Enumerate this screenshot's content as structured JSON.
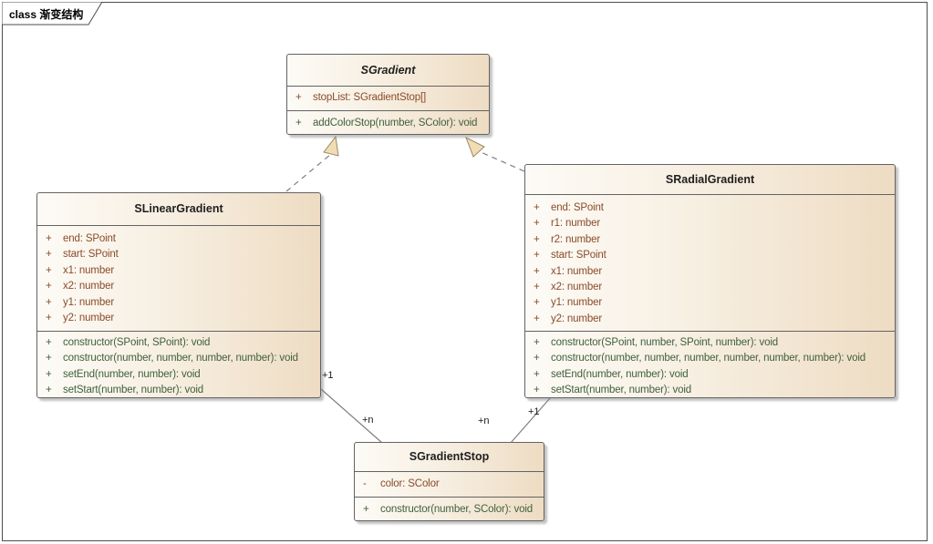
{
  "frame": {
    "tab_label": "class 渐变结构"
  },
  "classes": [
    {
      "name": "SGradient",
      "abstract": true,
      "attributes": [
        {
          "vis": "+",
          "text": "stopList: SGradientStop[]"
        }
      ],
      "operations": [
        {
          "vis": "+",
          "text": "addColorStop(number, SColor): void"
        }
      ]
    },
    {
      "name": "SLinearGradient",
      "abstract": false,
      "attributes": [
        {
          "vis": "+",
          "text": "end: SPoint"
        },
        {
          "vis": "+",
          "text": "start: SPoint"
        },
        {
          "vis": "+",
          "text": "x1: number"
        },
        {
          "vis": "+",
          "text": "x2: number"
        },
        {
          "vis": "+",
          "text": "y1: number"
        },
        {
          "vis": "+",
          "text": "y2: number"
        }
      ],
      "operations": [
        {
          "vis": "+",
          "text": "constructor(SPoint, SPoint): void"
        },
        {
          "vis": "+",
          "text": "constructor(number, number, number, number): void"
        },
        {
          "vis": "+",
          "text": "setEnd(number, number): void"
        },
        {
          "vis": "+",
          "text": "setStart(number, number): void"
        }
      ]
    },
    {
      "name": "SRadialGradient",
      "abstract": false,
      "attributes": [
        {
          "vis": "+",
          "text": "end: SPoint"
        },
        {
          "vis": "+",
          "text": "r1: number"
        },
        {
          "vis": "+",
          "text": "r2: number"
        },
        {
          "vis": "+",
          "text": "start: SPoint"
        },
        {
          "vis": "+",
          "text": "x1: number"
        },
        {
          "vis": "+",
          "text": "x2: number"
        },
        {
          "vis": "+",
          "text": "y1: number"
        },
        {
          "vis": "+",
          "text": "y2: number"
        }
      ],
      "operations": [
        {
          "vis": "+",
          "text": "constructor(SPoint, number, SPoint, number): void"
        },
        {
          "vis": "+",
          "text": "constructor(number, number, number, number, number, number): void"
        },
        {
          "vis": "+",
          "text": "setEnd(number, number): void"
        },
        {
          "vis": "+",
          "text": "setStart(number, number): void"
        }
      ]
    },
    {
      "name": "SGradientStop",
      "abstract": false,
      "attributes": [
        {
          "vis": "-",
          "text": "color: SColor"
        }
      ],
      "operations": [
        {
          "vis": "+",
          "text": "constructor(number, SColor): void"
        }
      ]
    }
  ],
  "connectors": [
    {
      "type": "realization",
      "from": "SLinearGradient",
      "to": "SGradient"
    },
    {
      "type": "realization",
      "from": "SRadialGradient",
      "to": "SGradient"
    },
    {
      "type": "association",
      "from": "SLinearGradient",
      "to": "SGradientStop",
      "source_label": "+1",
      "target_label": "+n"
    },
    {
      "type": "association",
      "from": "SRadialGradient",
      "to": "SGradientStop",
      "source_label": "+1",
      "target_label": "+n"
    }
  ],
  "colors": {
    "attribute_text": "#8a4b2a",
    "operation_text": "#3f5f3b",
    "box_fill_light": "#fdfbf6",
    "box_fill_tan": "#eedcc3",
    "box_border": "#636363",
    "connector_line": "#7f7f7f",
    "arrowhead_fill": "#f2dcb4",
    "arrowhead_stroke": "#9b8a66",
    "frame_border": "#4d4d4d"
  }
}
